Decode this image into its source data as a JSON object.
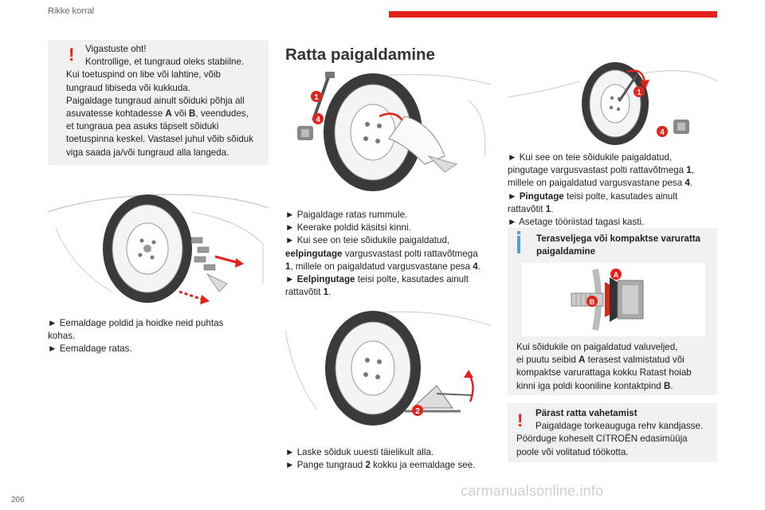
{
  "header": {
    "section": "Rikke korral",
    "page_number": "206"
  },
  "warning1": {
    "title": "Vigastuste oht!",
    "lines": [
      "Kontrollige, et tungraud oleks stabiilne.",
      "Kui toetuspind on libe või lahtine, võib",
      "tungraud libiseda või kukkuda.",
      "Paigaldage tungraud ainult sõiduki põhja all",
      "asuvatesse kohtadesse ",
      "et tungraua pea asuks täpselt sõiduki",
      "toetuspinna keskel. Vastasel juhul võib sõiduk",
      "viga saada ja/või tungraud alla langeda."
    ],
    "bold_a": "A",
    "mid_voi": " või ",
    "bold_b": "B",
    "tail": ", veendudes,"
  },
  "left_steps": {
    "s1": "► Eemaldage poldid ja hoidke neid puhtas",
    "s1b": "kohas.",
    "s2": "► Eemaldage ratas."
  },
  "section_title": "Ratta paigaldamine",
  "mid_steps": {
    "l1": "► Paigaldage ratas rummule.",
    "l2": "► Keerake poldid käsitsi kinni.",
    "l3": "► Kui see on teie sõidukile paigaldatud,",
    "l4_b": "eelpingutage",
    "l4": " vargusvastast polti rattavõtmega",
    "l5_b": "1",
    "l5": ", millele on paigaldatud vargusvastane pesa ",
    "l5_b2": "4",
    "l5_end": ".",
    "l6_pre": "► ",
    "l6_b": "Eelpingutage",
    "l6": " teisi polte, kasutades ainult",
    "l7": "rattavõtit ",
    "l7_b": "1",
    "l7_end": "."
  },
  "mid_steps2": {
    "l1": "► Laske sõiduk uuesti täielikult alla.",
    "l2_pre": "► Pange tungraud ",
    "l2_b": "2",
    "l2": " kokku ja eemaldage see."
  },
  "right_steps": {
    "l1": "► Kui see on teie sõidukile paigaldatud,",
    "l2": "pingutage vargusvastast polti rattavõtmega ",
    "l2_b": "1",
    "l2_end": ",",
    "l3": "millele on paigaldatud vargusvastane pesa ",
    "l3_b": "4",
    "l3_end": ".",
    "l4_pre": "► ",
    "l4_b": "Pingutage",
    "l4": " teisi polte, kasutades ainult",
    "l5": "rattavõtit ",
    "l5_b": "1",
    "l5_end": ".",
    "l6": "► Asetage tööriistad tagasi kasti."
  },
  "info_box": {
    "title1": "Terasveljega või kompaktse varuratta",
    "title2": "paigaldamine",
    "l1": "Kui sõidukile on paigaldatud valuveljed,",
    "l2_pre": "ei puutu seibid ",
    "l2_b": "A",
    "l2": " terasest valmistatud või",
    "l3": "kompaktse varurattaga kokku Ratast hoiab",
    "l4": "kinni iga poldi kooniline kontaktpind ",
    "l4_b": "B",
    "l4_end": "."
  },
  "warning2": {
    "title": "Pärast ratta vahetamist",
    "l1": "Paigaldage torkeauguga rehv kandjasse.",
    "l2": "Pöörduge koheselt CITROËN edasimüüja",
    "l3": "poole või volitatud töökotta."
  },
  "callouts": {
    "c1": "1",
    "c2": "2",
    "c4": "4",
    "cA": "A",
    "cB": "B"
  },
  "watermark": "carmanualsonline.info",
  "colors": {
    "accent": "#e2231a",
    "info": "#5b9bd5",
    "box": "#f1f1f1"
  }
}
